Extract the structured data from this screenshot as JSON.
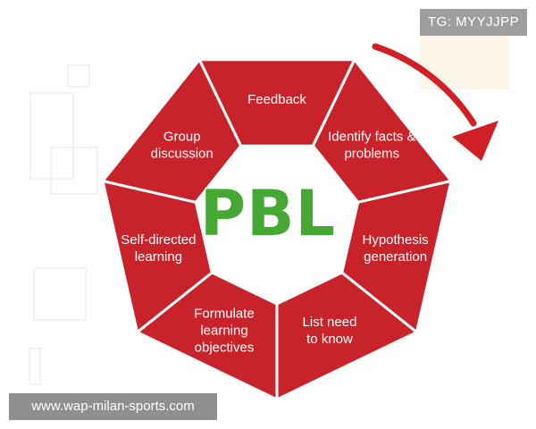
{
  "tag": "TG: MYYJJPP",
  "watermark": "www.wap-milan-sports.com",
  "center_label": "PBL",
  "colors": {
    "segment": "#c8232b",
    "segment_border": "#ffffff",
    "center_text": "#44a832",
    "arrow": "#d11f26"
  },
  "segments": [
    {
      "lines": [
        "Feedback"
      ]
    },
    {
      "lines": [
        "Identify facts &",
        "problems"
      ]
    },
    {
      "lines": [
        "Hypothesis",
        "generation"
      ]
    },
    {
      "lines": [
        "List need",
        "to know"
      ]
    },
    {
      "lines": [
        "Formulate",
        "learning",
        "objectives"
      ]
    },
    {
      "lines": [
        "Self-directed",
        "learning"
      ]
    },
    {
      "lines": [
        "Group",
        "discussion"
      ]
    }
  ]
}
